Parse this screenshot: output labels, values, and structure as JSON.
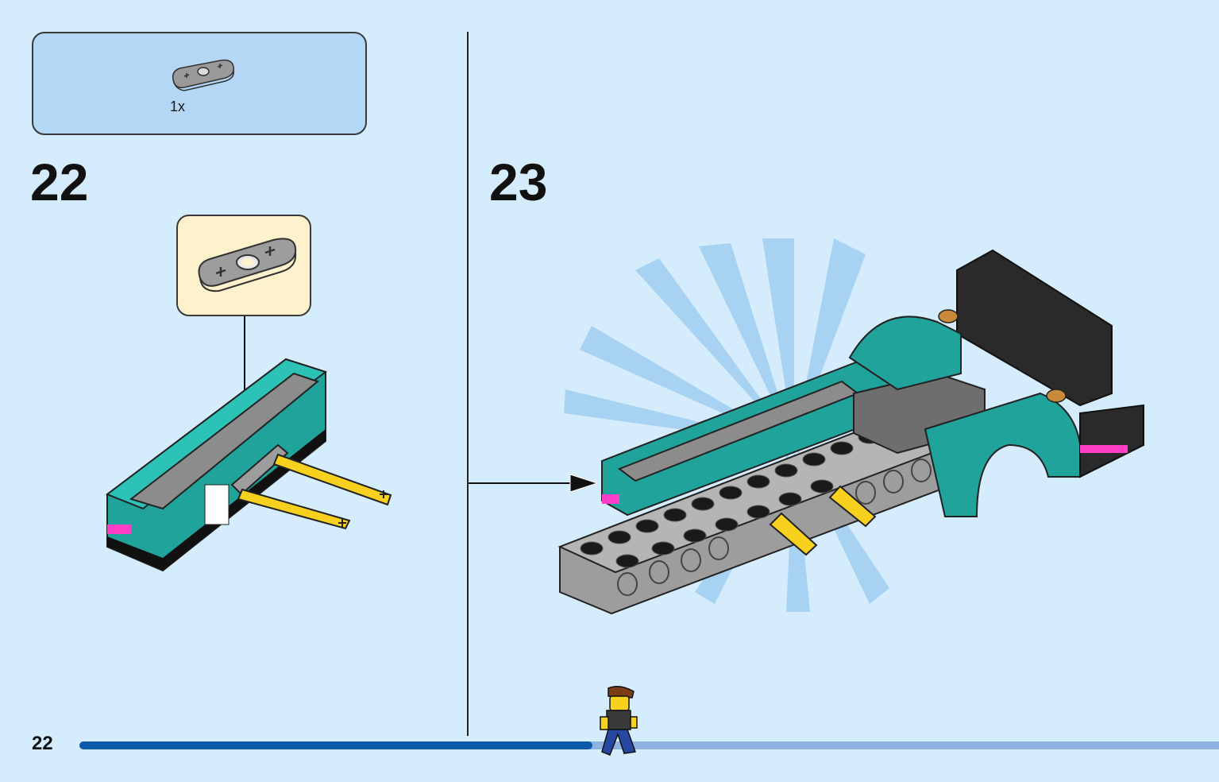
{
  "parts_list": {
    "items": [
      {
        "icon": "gray-technic-plate-icon",
        "quantity": "1x"
      }
    ]
  },
  "steps": [
    {
      "number": "22"
    },
    {
      "number": "23"
    }
  ],
  "footer": {
    "page_number": "22",
    "progress_fraction": 0.45
  },
  "colors": {
    "background": "#d4ecfb",
    "parts_box": "#b3d7f5",
    "callout": "#fdf2cc",
    "teal": "#1fa39a",
    "gray": "#a5a5a5",
    "yellow": "#f8d11f",
    "pink": "#ff3fc8",
    "progress_dark": "#0b5aaa",
    "progress_light": "#8fb3e0"
  }
}
